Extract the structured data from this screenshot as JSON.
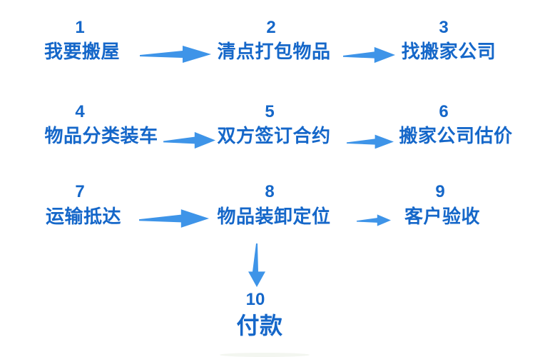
{
  "diagram": {
    "type": "flowchart",
    "language": "zh",
    "topic": "moving-house process"
  },
  "colors": {
    "text_blue": "#1567C9",
    "arrow_blue": "#3E94E8",
    "background": "#FFFFFF"
  },
  "steps": [
    {
      "number": "1",
      "label": "我要搬屋"
    },
    {
      "number": "2",
      "label": "清点打包物品"
    },
    {
      "number": "3",
      "label": "找搬家公司"
    },
    {
      "number": "4",
      "label": "物品分类装车"
    },
    {
      "number": "5",
      "label": "双方签订合约"
    },
    {
      "number": "6",
      "label": "搬家公司估价"
    },
    {
      "number": "7",
      "label": "运输抵达"
    },
    {
      "number": "8",
      "label": "物品装卸定位"
    },
    {
      "number": "9",
      "label": "客户验收"
    },
    {
      "number": "10",
      "label": "付款"
    }
  ],
  "connections": [
    {
      "from": "1",
      "to": "2",
      "direction": "right"
    },
    {
      "from": "2",
      "to": "3",
      "direction": "right"
    },
    {
      "from": "4",
      "to": "5",
      "direction": "right"
    },
    {
      "from": "5",
      "to": "6",
      "direction": "right"
    },
    {
      "from": "7",
      "to": "8",
      "direction": "right"
    },
    {
      "from": "8",
      "to": "9",
      "direction": "right"
    },
    {
      "from": "8",
      "to": "10",
      "direction": "down"
    }
  ]
}
